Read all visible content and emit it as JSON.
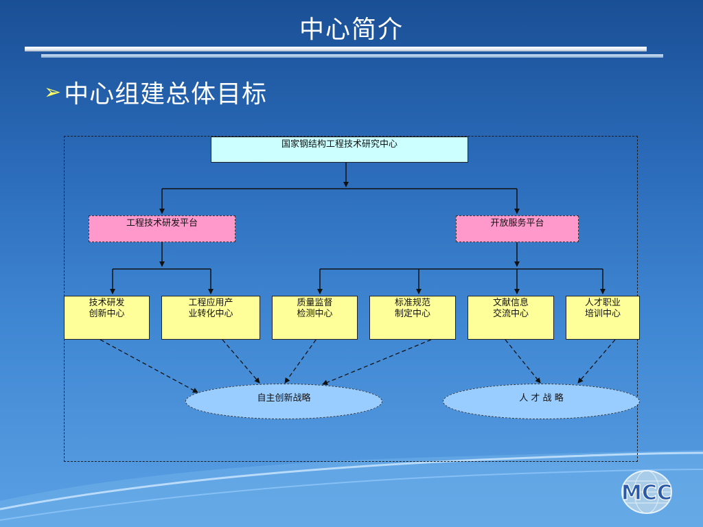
{
  "slide": {
    "title": "中心简介",
    "heading": "中心组建总体目标"
  },
  "chart": {
    "root": "国家钢结构工程技术研究中心",
    "platforms": [
      "工程技术研发平台",
      "开放服务平台"
    ],
    "centers": [
      "技术研发\n创新中心",
      "工程应用产\n业转化中心",
      "质量监督\n检测中心",
      "标准规范\n制定中心",
      "文献信息\n交流中心",
      "人才职业\n培训中心"
    ],
    "strategies": [
      "自主创新战略",
      "人 才 战 略"
    ]
  },
  "logo": {
    "text": "MCC"
  },
  "colors": {
    "root_box": "#ccffff",
    "platform_box": "#ff99cc",
    "center_box": "#ffff99",
    "strategy_ellipse": "#99ccff",
    "bullet": "#ffff66"
  }
}
